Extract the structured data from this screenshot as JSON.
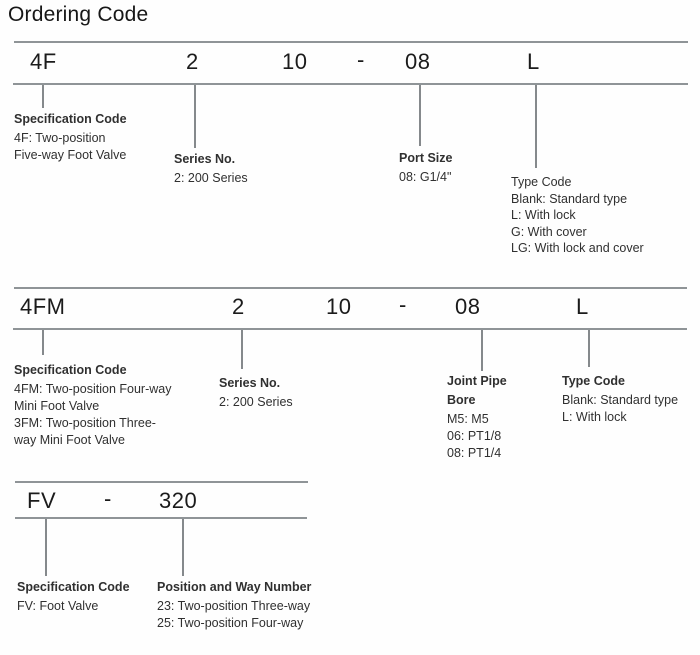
{
  "title": "Ordering Code",
  "colors": {
    "line": "#8f9497",
    "text": "#303030"
  },
  "section1": {
    "codes": {
      "c1": "4F",
      "c2": "2",
      "c3": "10",
      "dash": "-",
      "c4": "08",
      "c5": "L"
    },
    "spec": {
      "heading": "Specification Code",
      "line1": "4F: Two-position",
      "line2": "Five-way Foot Valve"
    },
    "series": {
      "heading": "Series No.",
      "line1": "2: 200 Series"
    },
    "port": {
      "heading": "Port Size",
      "line1": "08: G1/4\""
    },
    "type": {
      "heading": "Type Code",
      "line1": "Blank: Standard type",
      "line2": "L: With lock",
      "line3": "G: With cover",
      "line4": "LG: With lock and cover"
    }
  },
  "section2": {
    "codes": {
      "c1": "4FM",
      "c2": "2",
      "c3": "10",
      "dash": "-",
      "c4": "08",
      "c5": "L"
    },
    "spec": {
      "heading": "Specification Code",
      "line1": "4FM: Two-position Four-way",
      "line2": "Mini Foot Valve",
      "line3": "3FM: Two-position Three-",
      "line4": "way Mini Foot Valve"
    },
    "series": {
      "heading": "Series No.",
      "line1": "2: 200 Series"
    },
    "joint": {
      "heading1": "Joint Pipe",
      "heading2": "Bore",
      "line1": "M5: M5",
      "line2": "06: PT1/8",
      "line3": "08: PT1/4"
    },
    "type": {
      "heading": "Type Code",
      "line1": "Blank: Standard type",
      "line2": "L: With lock"
    }
  },
  "section3": {
    "codes": {
      "c1": "FV",
      "dash": "-",
      "c2": "320"
    },
    "spec": {
      "heading": "Specification Code",
      "line1": "FV: Foot Valve"
    },
    "posway": {
      "heading": "Position and Way Number",
      "line1": "23: Two-position Three-way",
      "line2": "25: Two-position Four-way"
    }
  }
}
